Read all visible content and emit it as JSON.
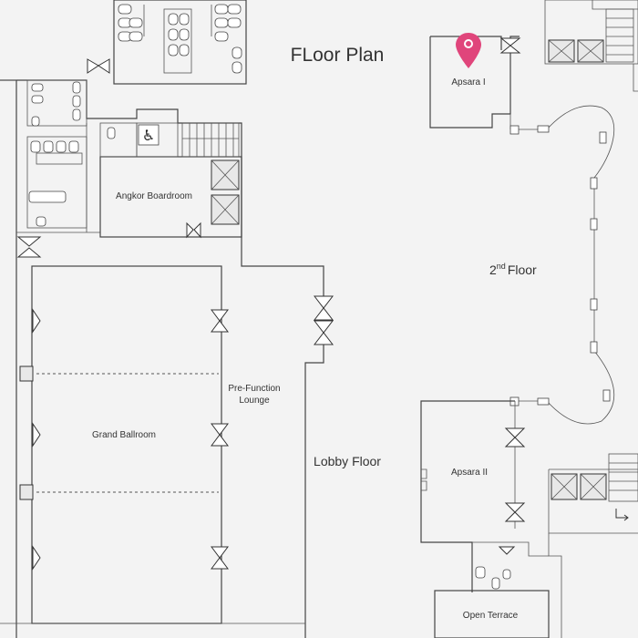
{
  "title": "FLoor Plan",
  "zones": {
    "second_floor": {
      "text": "Floor",
      "sup": "nd",
      "num": "2"
    },
    "lobby_floor": "Lobby Floor"
  },
  "rooms": {
    "apsara_1": "Apsara I",
    "apsara_2": "Apsara II",
    "angkor_boardroom": "Angkor Boardroom",
    "grand_ballroom": "Grand Ballroom",
    "pre_function_line1": "Pre-Function",
    "pre_function_line2": "Lounge",
    "open_terrace": "Open Terrace"
  },
  "marker": {
    "icon": "location-pin-icon",
    "color": "#e0457b",
    "room": "Apsara I"
  },
  "colors": {
    "background": "#f3f3f3",
    "walls": "#444444",
    "text": "#333333"
  }
}
